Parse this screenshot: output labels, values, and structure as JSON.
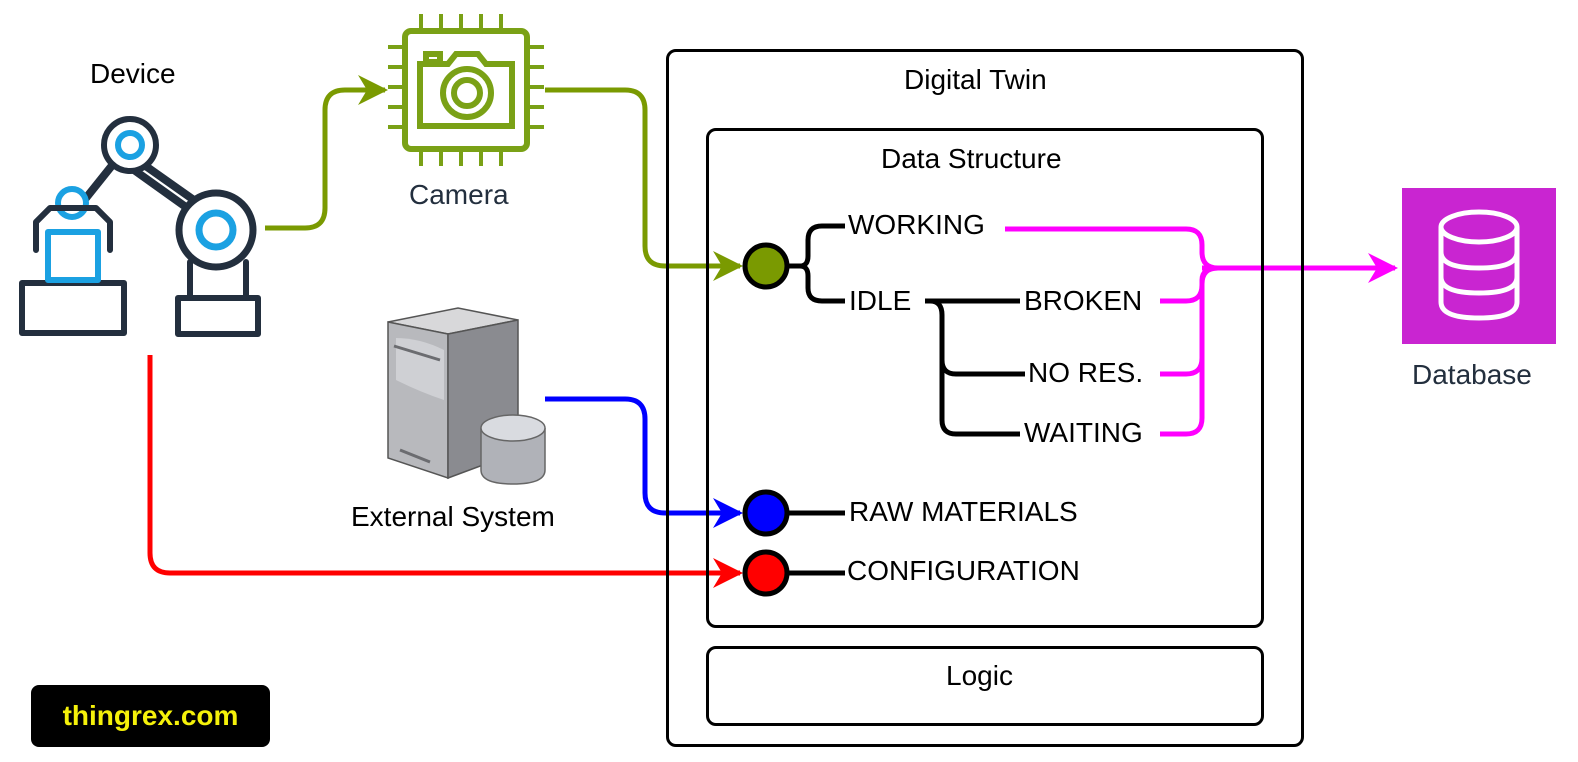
{
  "labels": {
    "device": "Device",
    "camera": "Camera",
    "external_system": "External System",
    "database": "Database",
    "digital_twin": "Digital Twin",
    "data_structure": "Data Structure",
    "logic": "Logic"
  },
  "states": {
    "working": "WORKING",
    "idle": "IDLE",
    "broken": "BROKEN",
    "no_res": "NO RES.",
    "waiting": "WAITING",
    "raw_materials": "RAW MATERIALS",
    "configuration": "CONFIGURATION"
  },
  "brand": {
    "text": "thingrex.com"
  },
  "icons": {
    "device": "robot-arm-icon",
    "camera": "camera-chip-icon",
    "external_system": "server-icon",
    "database": "database-icon"
  },
  "colors": {
    "camera_flow": "#7a9a01",
    "external_flow": "#0000ff",
    "device_flow": "#ff0000",
    "database_flow": "#ff00ff",
    "database_bg": "#c925d1",
    "device_accent": "#1ba1e2",
    "device_stroke": "#232f3e",
    "brand_text": "#f5f10a"
  }
}
